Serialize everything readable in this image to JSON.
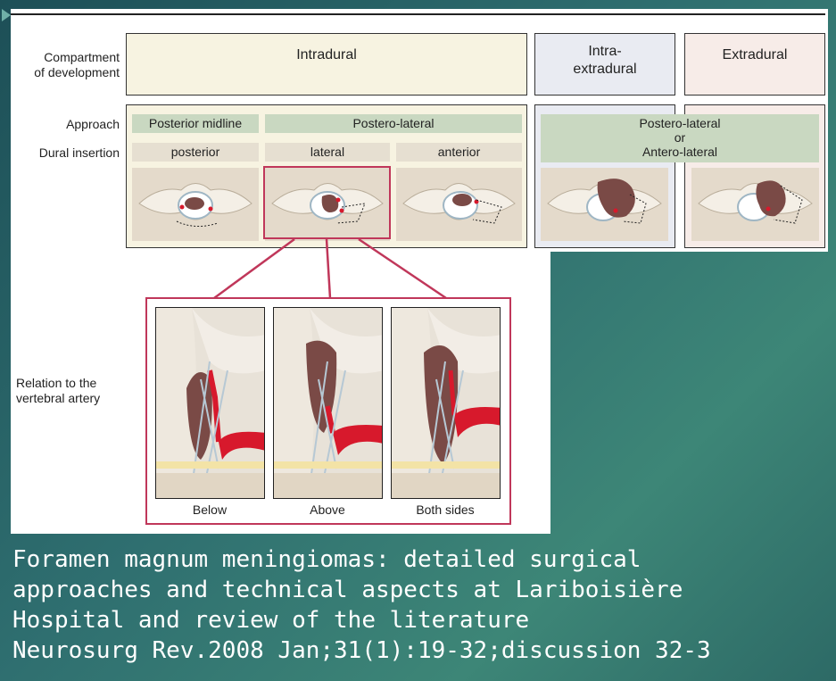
{
  "row_labels": {
    "compartment": "Compartment\nof development",
    "approach": "Approach",
    "dural": "Dural insertion",
    "relation": "Relation to the\nvertebral artery"
  },
  "headers": {
    "intradural": "Intradural",
    "intra_extradural": "Intra-\nextradural",
    "extradural": "Extradural"
  },
  "approaches": {
    "posterior_midline": "Posterior midline",
    "postero_lateral": "Postero-lateral",
    "postero_or_antero": "Postero-lateral\nor\nAntero-lateral"
  },
  "insertions": {
    "posterior": "posterior",
    "lateral": "lateral",
    "anterior": "anterior"
  },
  "relations": {
    "below": "Below",
    "above": "Above",
    "both": "Both sides"
  },
  "citation": {
    "line1": "Foramen magnum meningiomas: detailed surgical",
    "line2": "approaches and technical aspects at Lariboisière",
    "line3": "Hospital and review of the literature",
    "line4": "Neurosurg Rev.2008 Jan;31(1):19-32;discussion 32-3"
  },
  "colors": {
    "approach_green": "#c9d8c1",
    "highlight_red": "#c0375a",
    "tumor": "#7a4a46",
    "artery": "#d7192c",
    "background": "#2f6f70"
  }
}
